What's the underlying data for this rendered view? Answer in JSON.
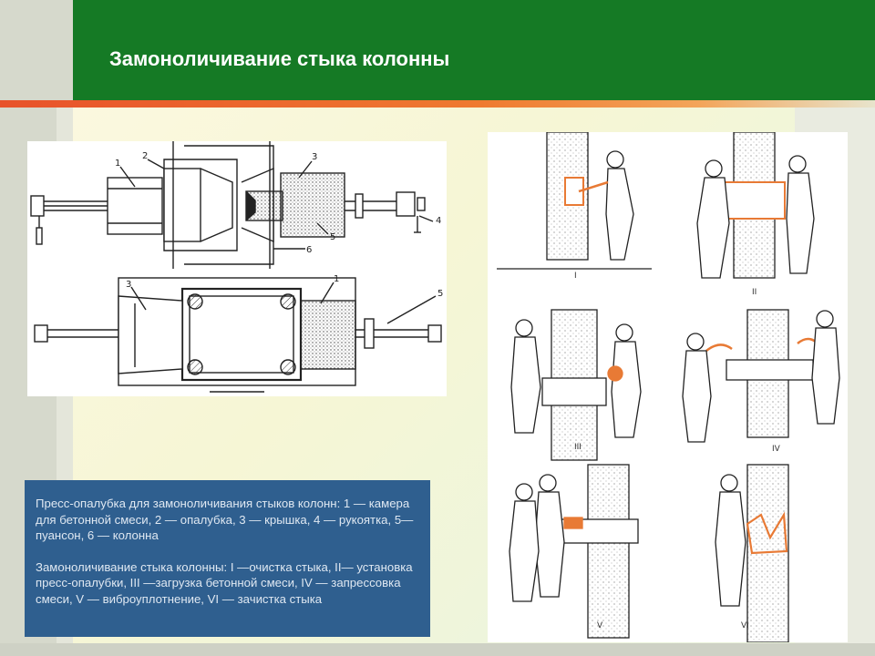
{
  "slide": {
    "title": "Замоноличивание стыка колонны"
  },
  "figure_left": {
    "callouts": {
      "top": [
        "1",
        "2",
        "3",
        "4",
        "5",
        "6"
      ],
      "bottom": [
        "3",
        "1",
        "5"
      ]
    }
  },
  "figure_right": {
    "panel_labels": [
      "I",
      "II",
      "III",
      "IV",
      "V",
      "VI"
    ]
  },
  "caption": {
    "paragraph_1": "Пресс-опалубка для замоноличивания стыков колонн: 1 — камера для бетонной смеси, 2 — опалубка, 3 — крышка, 4 — рукоятка, 5—пуансон, 6 — колонна",
    "paragraph_2": "Замоноличивание стыка колонны: I —очистка стыка, II— установка пресс-опалубки, III —загрузка бетонной смеси, IV — запрессовка смеси, V — виброуплотнение, VI — зачистка стыка"
  },
  "colors": {
    "header_green": "#157a25",
    "accent_orange": "#e8522a",
    "caption_blue": "#2f5f8f",
    "highlight_orange": "#e87a35"
  }
}
